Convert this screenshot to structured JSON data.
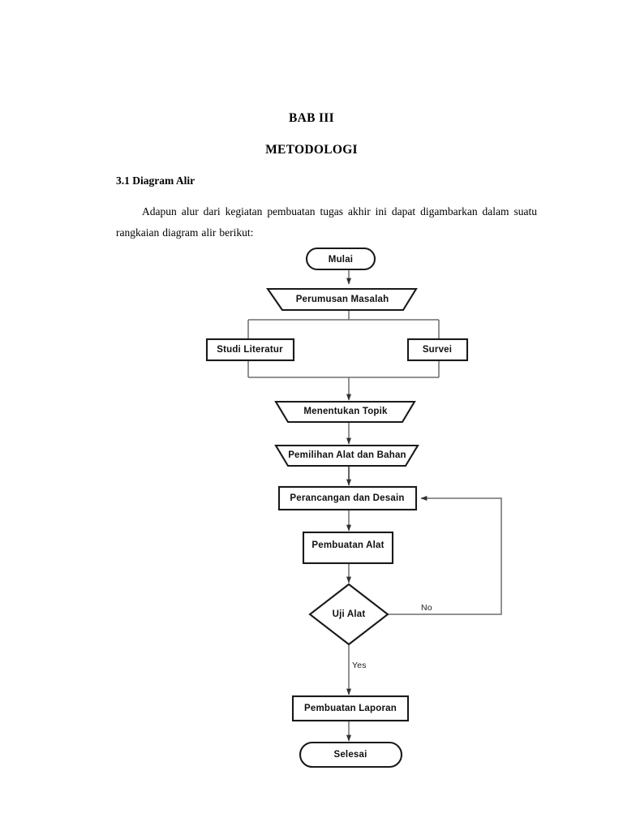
{
  "document": {
    "chapter_number": "BAB III",
    "chapter_title": "METODOLOGI",
    "section_heading": "3.1 Diagram Alir",
    "body_paragraph": "Adapun alur dari kegiatan pembuatan tugas akhir ini dapat digambarkan dalam suatu rangkaian diagram alir berikut:"
  },
  "flowchart": {
    "nodes": {
      "start": {
        "label": "Mulai",
        "shape": "terminator"
      },
      "problem_formulation": {
        "label": "Perumusan Masalah",
        "shape": "trapezoid"
      },
      "literature_study": {
        "label": "Studi Literatur",
        "shape": "rectangle"
      },
      "survey": {
        "label": "Survei",
        "shape": "rectangle"
      },
      "determine_topic": {
        "label": "Menentukan Topik",
        "shape": "trapezoid"
      },
      "tool_material_selection": {
        "label": "Pemilihan Alat dan Bahan",
        "shape": "trapezoid"
      },
      "design": {
        "label": "Perancangan dan Desain",
        "shape": "rectangle"
      },
      "tool_fabrication": {
        "label": "Pembuatan Alat",
        "shape": "rectangle"
      },
      "test_decision": {
        "label": "Uji Alat",
        "shape": "diamond"
      },
      "report_writing": {
        "label": "Pembuatan Laporan",
        "shape": "rectangle"
      },
      "end": {
        "label": "Selesai",
        "shape": "terminator"
      }
    },
    "edge_labels": {
      "no": "No",
      "yes": "Yes"
    },
    "colors": {
      "shape_stroke": "#1a1a1a",
      "edge_stroke": "#6e6e6e",
      "text": "#101010",
      "background": "#ffffff"
    }
  }
}
